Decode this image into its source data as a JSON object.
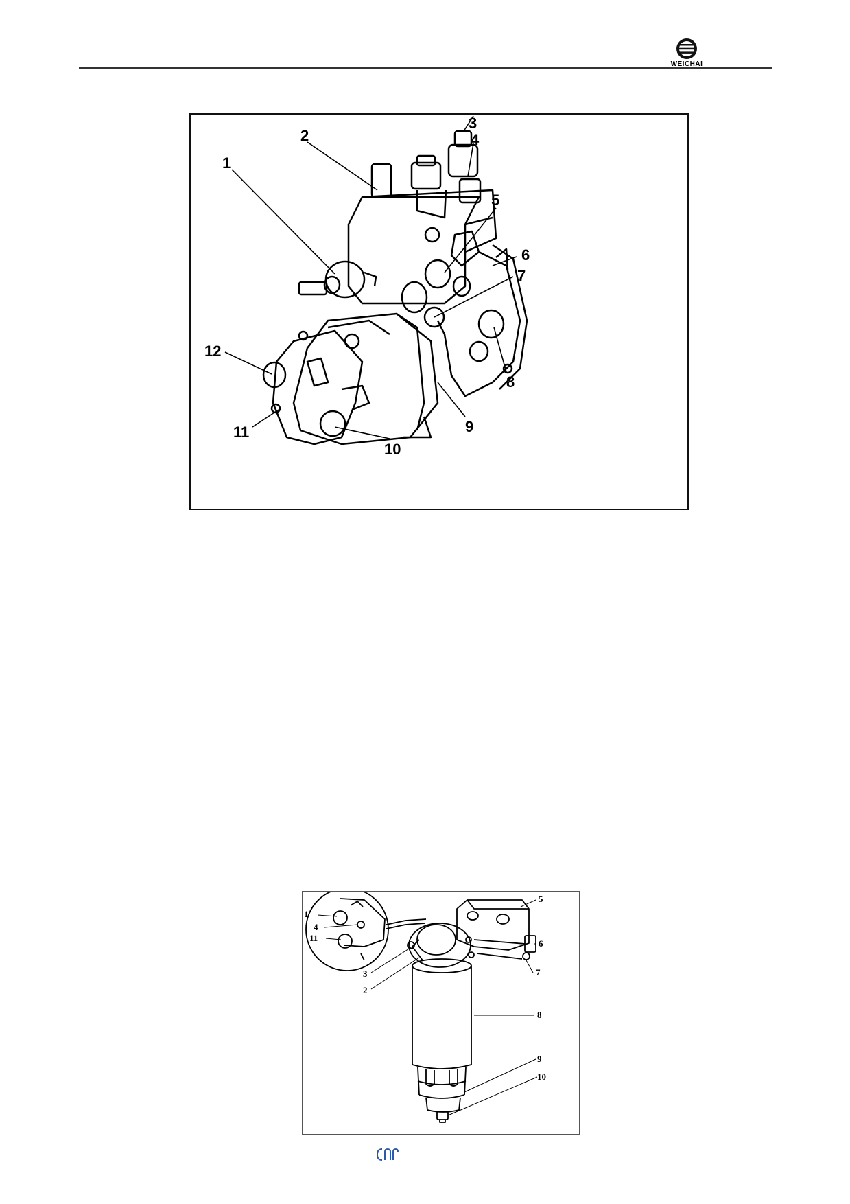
{
  "header": {
    "brand_logo_text": "WEICHAI"
  },
  "figure_pump": {
    "callouts": [
      "1",
      "2",
      "3",
      "4",
      "5",
      "6",
      "7",
      "8",
      "9",
      "10",
      "11",
      "12"
    ]
  },
  "figure_filter": {
    "callouts": [
      "1",
      "4",
      "11",
      "3",
      "2",
      "5",
      "6",
      "7",
      "8",
      "9",
      "10"
    ]
  },
  "colors": {
    "line": "#000000",
    "rule": "#333333",
    "footer_mark": "#2a5aa8"
  }
}
